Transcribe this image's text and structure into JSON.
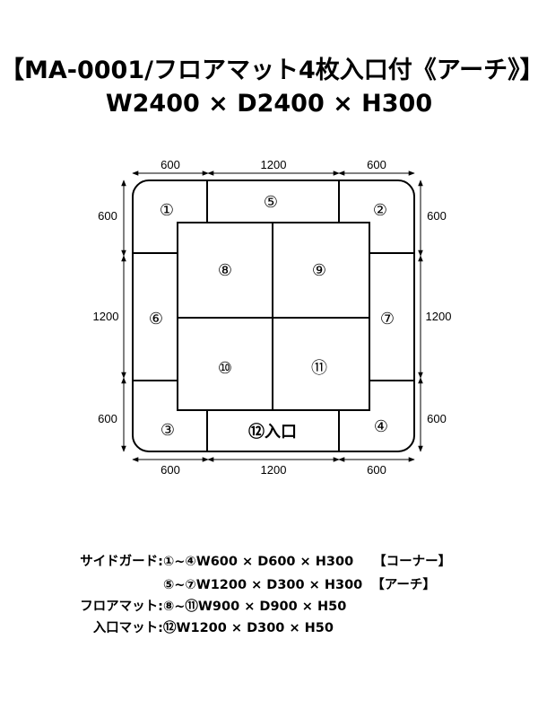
{
  "title": {
    "line1": "【MA-0001/フロアマット4枚入口付《アーチ》】",
    "line2": "W2400 × D2400 × H300"
  },
  "dimensions": {
    "top": [
      "600",
      "1200",
      "600"
    ],
    "bottom": [
      "600",
      "1200",
      "600"
    ],
    "left": [
      "600",
      "1200",
      "600"
    ],
    "right": [
      "600",
      "1200",
      "600"
    ]
  },
  "pieces": {
    "p1": "①",
    "p2": "②",
    "p3": "③",
    "p4": "④",
    "p5": "⑤",
    "p6": "⑥",
    "p7": "⑦",
    "p8": "⑧",
    "p9": "⑨",
    "p10": "⑩",
    "p11": "⑪",
    "p12": "⑫入口"
  },
  "specs": [
    {
      "label": "サイドガード:",
      "range": "①~④W600 × D600 × H300",
      "note": "【コーナー】"
    },
    {
      "label": "",
      "range": "⑤~⑦W1200 × D300 × H300",
      "note": "【アーチ】"
    },
    {
      "label": "フロアマット:",
      "range": "⑧~⑪W900 × D900 × H50",
      "note": ""
    },
    {
      "label": "入口マット:",
      "range": "⑫W1200 × D300 × H50",
      "note": ""
    }
  ]
}
